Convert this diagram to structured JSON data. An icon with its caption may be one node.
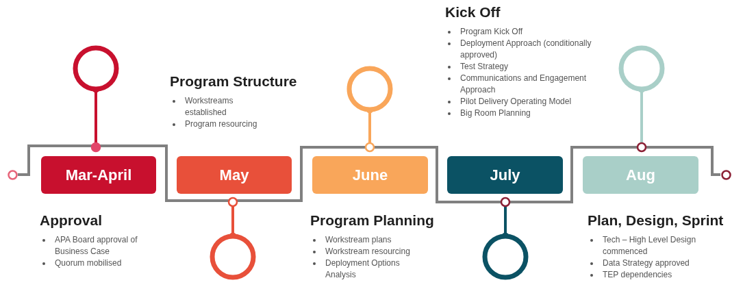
{
  "diagram": {
    "nodes": [
      {
        "text": [],
        "shape": "circle"
      },
      {
        "text": [
          "Mar-April"
        ],
        "beside": [
          "Approval",
          "APA Board approval of Business Case",
          "Quorum mobilised"
        ]
      },
      {
        "text": [
          "May"
        ],
        "beside": [
          "Program Structure",
          "Workstreams established",
          "Program resourcing"
        ]
      },
      {
        "text": [
          "June"
        ],
        "beside": [
          "Program Planning",
          "Workstream plans",
          "Workstream resourcing",
          "Deployment Options Analysis"
        ]
      },
      {
        "text": [
          "July"
        ],
        "beside": [
          "Kick Off",
          "Program Kick Off",
          "Deployment Approach (conditionally approved)",
          "Test Strategy",
          "Communications and Engagement Approach",
          "Pilot Delivery Operating Model",
          "Big Room Planning"
        ]
      },
      {
        "text": [
          "Aug"
        ],
        "beside": [
          "Plan, Design, Sprint",
          "Tech – High Level Design commenced",
          "Data Strategy approved",
          "TEP dependencies"
        ]
      },
      {
        "text": [],
        "shape": "circle"
      }
    ],
    "edges": [
      {
        "from": 0,
        "to": 6,
        "arrow": "none"
      }
    ]
  }
}
